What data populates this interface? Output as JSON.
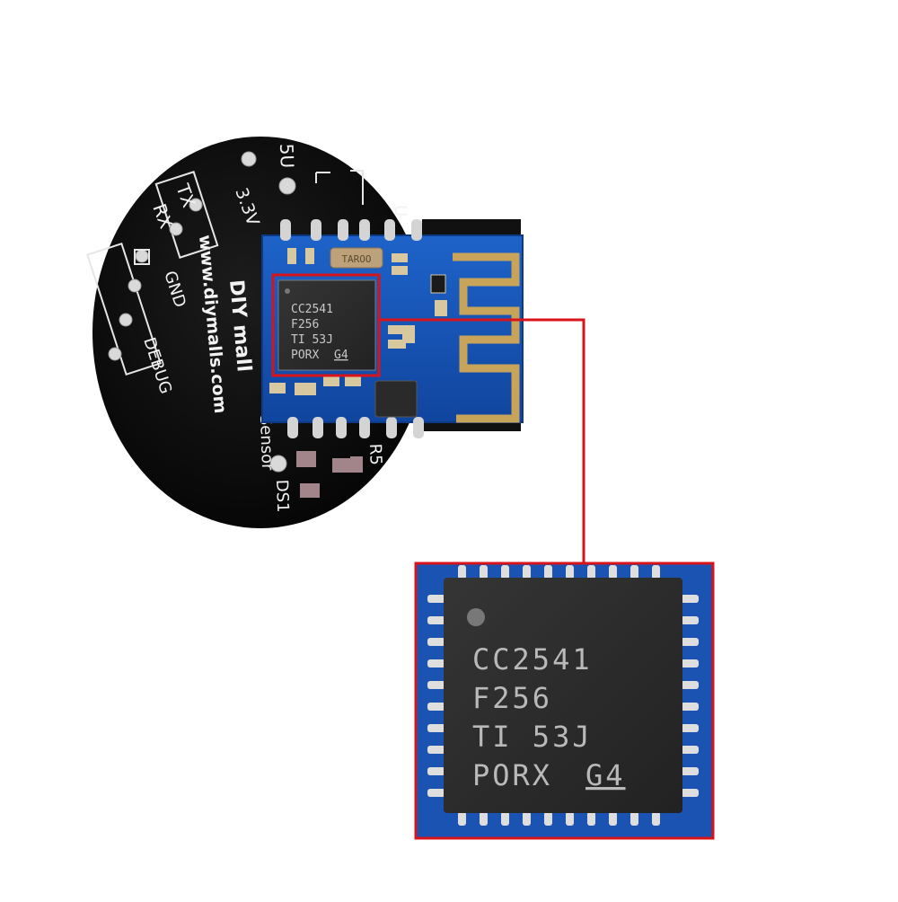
{
  "board": {
    "silkscreen": {
      "url": "www.diymalls.com",
      "logo_text": "DIY mall",
      "pins_left": [
        "TX",
        "RX",
        "GND",
        "DEBUG"
      ],
      "label_5v": "5U",
      "label_33v": "3.3V",
      "label_u": "U",
      "label_sensor": "Sensor",
      "label_ds1": "DS1",
      "label_r5": "R5"
    },
    "crystal_marking": "TAROO"
  },
  "chip": {
    "lines": [
      "CC2541",
      "F256",
      "TI 53J",
      "PORX"
    ],
    "suffix": "G4"
  },
  "colors": {
    "board": "#0b0b0b",
    "module": "#1452b8",
    "antenna": "#c8a35a",
    "highlight": "#d8141b",
    "chip": "#2b2b2b",
    "silk": "#f2f2f2",
    "pad": "#cfcfcf"
  }
}
